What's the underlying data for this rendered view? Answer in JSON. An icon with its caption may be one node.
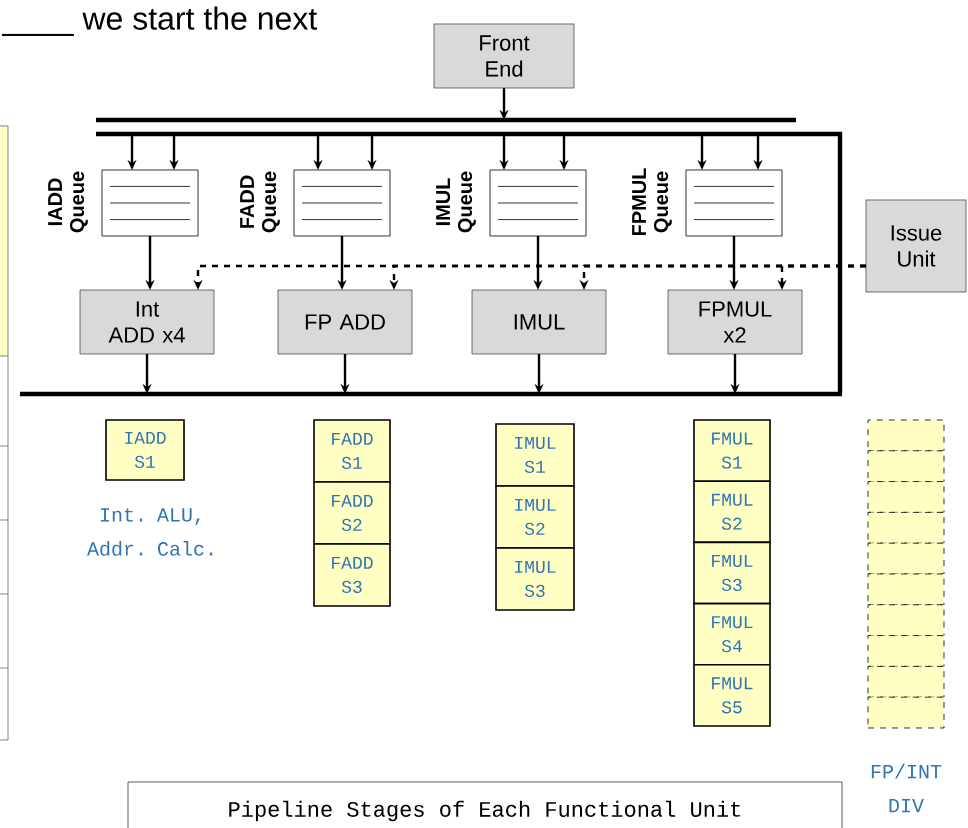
{
  "diagram": {
    "nodes": [
      {
        "text": [
          "Front End"
        ]
      },
      {
        "text": [],
        "shape": "box",
        "beside": [
          "IADD Queue"
        ]
      },
      {
        "text": [],
        "shape": "box",
        "beside": [
          "FADD Queue"
        ]
      },
      {
        "text": [],
        "shape": "box",
        "beside": [
          "IMUL Queue"
        ]
      },
      {
        "text": [],
        "shape": "box",
        "beside": [
          "FPMUL Queue"
        ]
      },
      {
        "text": [
          "Int ADD x4"
        ]
      },
      {
        "text": [
          "FP ADD"
        ]
      },
      {
        "text": [
          "IMUL"
        ]
      },
      {
        "text": [
          "FPMUL x2"
        ]
      },
      {
        "text": [
          "Issue Unit"
        ]
      },
      {
        "text": [
          "IADD S1"
        ]
      },
      {
        "text": [
          "FADD S1"
        ]
      },
      {
        "text": [
          "FADD S2"
        ]
      },
      {
        "text": [
          "FADD S3"
        ]
      },
      {
        "text": [
          "IMUL S1"
        ]
      },
      {
        "text": [
          "IMUL S2"
        ]
      },
      {
        "text": [
          "IMUL S3"
        ]
      },
      {
        "text": [
          "FMUL S1"
        ]
      },
      {
        "text": [
          "FMUL S2"
        ]
      },
      {
        "text": [
          "FMUL S3"
        ]
      },
      {
        "text": [
          "FMUL S4"
        ]
      },
      {
        "text": [
          "FMUL S5"
        ]
      },
      {
        "text": [],
        "shape": "box"
      },
      {
        "text": [],
        "shape": "box"
      },
      {
        "text": [],
        "shape": "box"
      },
      {
        "text": [],
        "shape": "box"
      },
      {
        "text": [],
        "shape": "box"
      },
      {
        "text": [],
        "shape": "box"
      },
      {
        "text": [],
        "shape": "box"
      },
      {
        "text": [],
        "shape": "box"
      },
      {
        "text": [],
        "shape": "box"
      },
      {
        "text": [],
        "shape": "box"
      },
      {
        "text": [
          "Pipeline Stages of Each Functional Unit"
        ]
      }
    ],
    "edges": [
      {
        "from": 0,
        "to": null,
        "arrow": "to"
      },
      {
        "from": null,
        "to": 1,
        "arrow": "to"
      },
      {
        "from": null,
        "to": 1,
        "arrow": "to"
      },
      {
        "from": null,
        "to": 2,
        "arrow": "to"
      },
      {
        "from": null,
        "to": 2,
        "arrow": "to"
      },
      {
        "from": null,
        "to": 3,
        "arrow": "to"
      },
      {
        "from": null,
        "to": 3,
        "arrow": "to"
      },
      {
        "from": null,
        "to": 4,
        "arrow": "to"
      },
      {
        "from": null,
        "to": 4,
        "arrow": "to"
      },
      {
        "from": 1,
        "to": 5,
        "arrow": "to"
      },
      {
        "from": 2,
        "to": 6,
        "arrow": "to"
      },
      {
        "from": 3,
        "to": 7,
        "arrow": "to"
      },
      {
        "from": 4,
        "to": 8,
        "arrow": "to"
      },
      {
        "from": 9,
        "to": 5,
        "arrow": "to",
        "style": "dashed"
      },
      {
        "from": 9,
        "to": 6,
        "arrow": "to",
        "style": "dashed"
      },
      {
        "from": 9,
        "to": 7,
        "arrow": "to",
        "style": "dashed"
      },
      {
        "from": 9,
        "to": 8,
        "arrow": "to",
        "style": "dashed"
      },
      {
        "from": 5,
        "to": null,
        "arrow": "to"
      },
      {
        "from": 6,
        "to": null,
        "arrow": "to"
      },
      {
        "from": 7,
        "to": null,
        "arrow": "to"
      },
      {
        "from": 8,
        "to": null,
        "arrow": "to"
      }
    ],
    "labels": [
      "____ we start the next",
      "Int. ALU, Addr. Calc.",
      "FP/INT DIV"
    ]
  }
}
